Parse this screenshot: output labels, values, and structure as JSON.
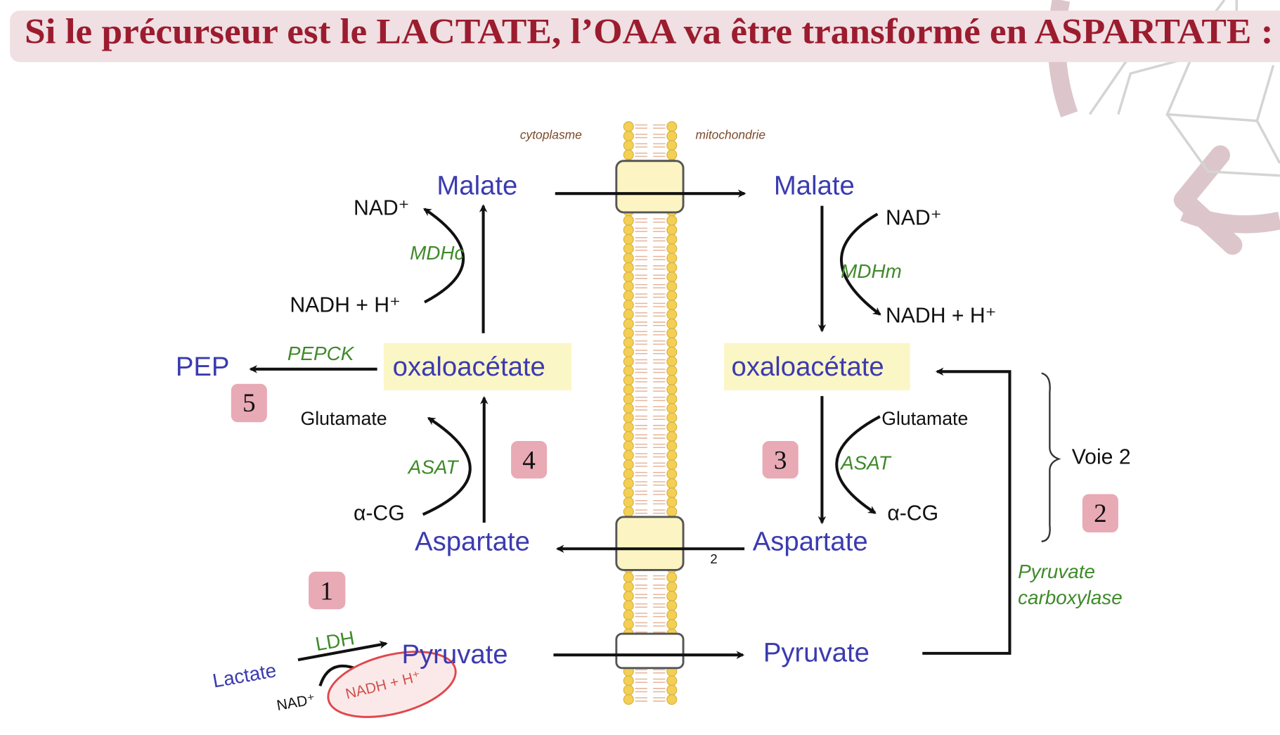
{
  "title": "Si le précurseur est le LACTATE, l’OAA va être transformé en ASPARTATE :",
  "compartments": {
    "left": "cytoplasme",
    "right": "mitochondrie"
  },
  "metabolites": {
    "malate_c": "Malate",
    "malate_m": "Malate",
    "oaa_c": "oxaloacétate",
    "oaa_m": "oxaloacétate",
    "aspartate_c": "Aspartate",
    "aspartate_m": "Aspartate",
    "pyruvate_c": "Pyruvate",
    "pyruvate_m": "Pyruvate",
    "pep": "PEP",
    "lactate": "Lactate"
  },
  "cofactors": {
    "nad_c": "NAD⁺",
    "nadh_c": "NADH + H⁺",
    "nad_m": "NAD⁺",
    "nadh_m": "NADH + H⁺",
    "glu_c": "Glutamate",
    "acg_c": "α-CG",
    "glu_m": "Glutamate",
    "acg_m": "α-CG",
    "nad_ldh": "NAD⁺",
    "nadh_ldh": "NADH + H⁺"
  },
  "enzymes": {
    "mdhc": "MDHc",
    "mdhm": "MDHm",
    "pepck": "PEPCK",
    "asat_c": "ASAT",
    "asat_m": "ASAT",
    "ldh": "LDH",
    "pc_line1": "Pyruvate",
    "pc_line2": "carboxylase"
  },
  "transporter_note": "2",
  "voie": "Voie 2",
  "badges": [
    "1",
    "2",
    "3",
    "4",
    "5"
  ],
  "colors": {
    "title": "#9b1c2e",
    "title_bg": "#f0dfe3",
    "badge": "#e8aab5",
    "metabolite": "#3b3bb0",
    "enzyme": "#3f8a2a",
    "highlight": "#fbf6c6",
    "circle": "#e0474c"
  }
}
